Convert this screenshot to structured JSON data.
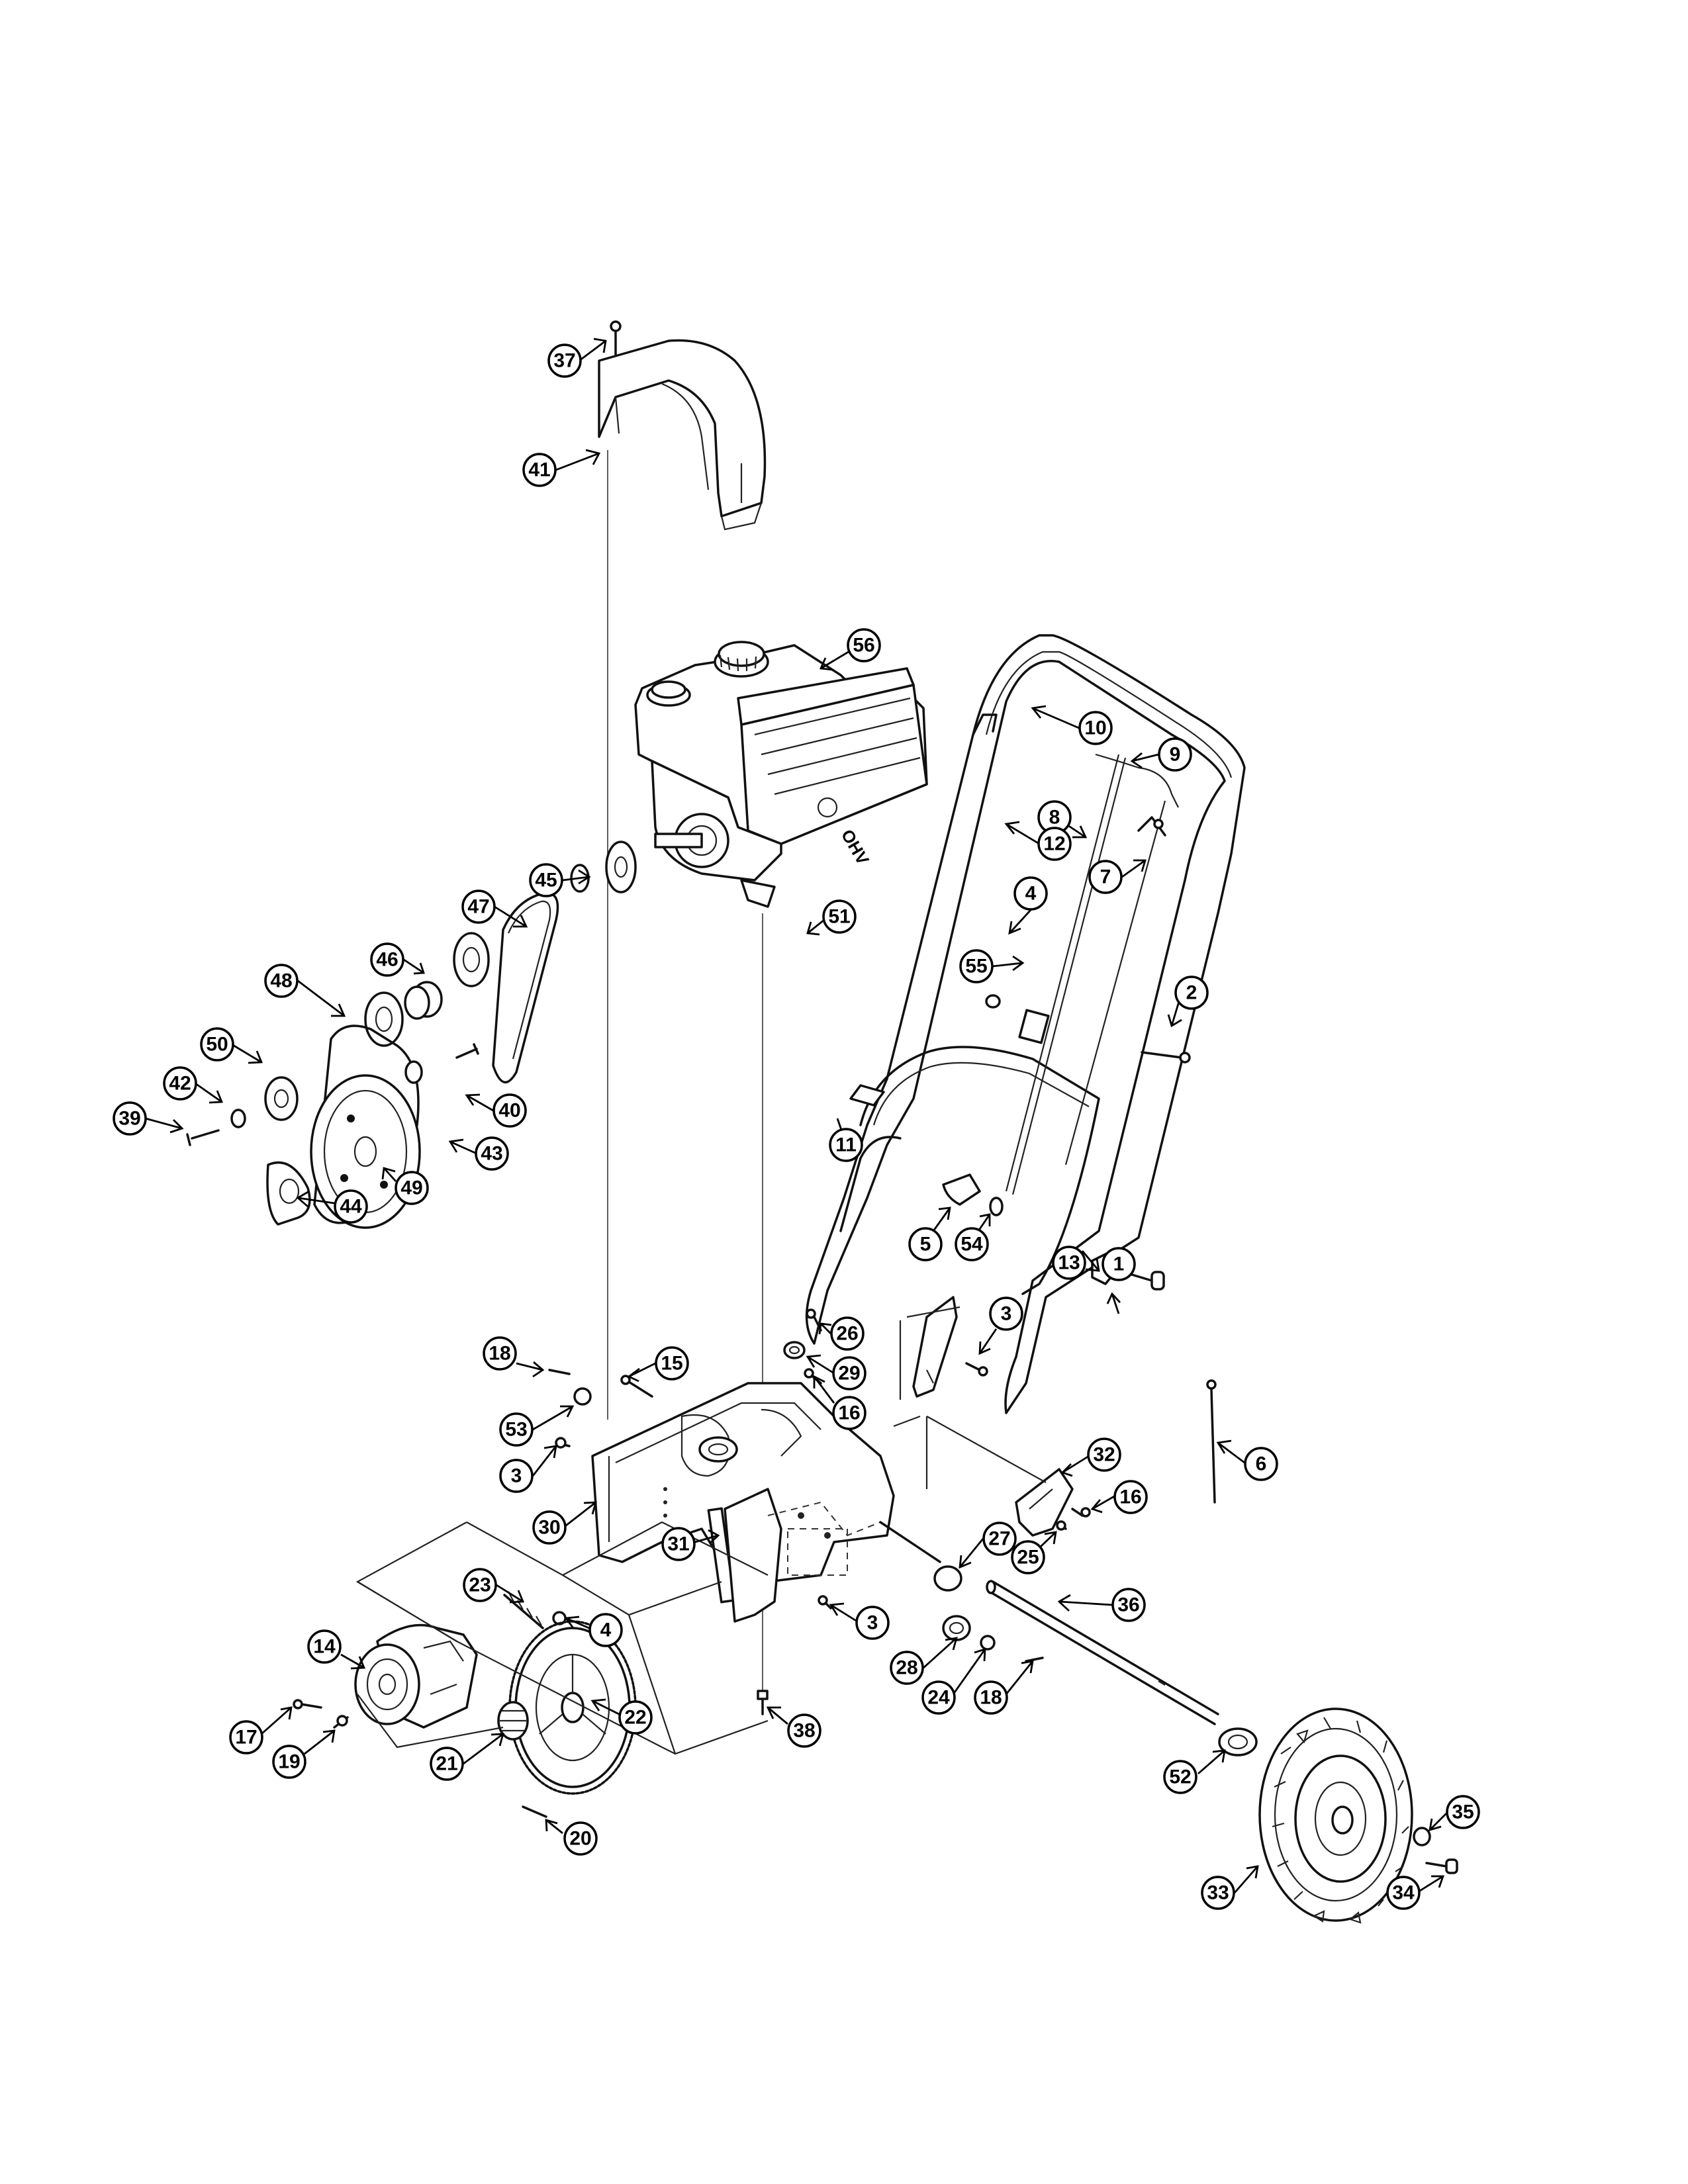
{
  "callouts": [
    {
      "id": "c37",
      "label": "37"
    },
    {
      "id": "c41",
      "label": "41"
    },
    {
      "id": "c56",
      "label": "56"
    },
    {
      "id": "c10",
      "label": "10"
    },
    {
      "id": "c9",
      "label": "9"
    },
    {
      "id": "c8",
      "label": "8"
    },
    {
      "id": "c12",
      "label": "12"
    },
    {
      "id": "c7",
      "label": "7"
    },
    {
      "id": "c45",
      "label": "45"
    },
    {
      "id": "c47",
      "label": "47"
    },
    {
      "id": "c51",
      "label": "51"
    },
    {
      "id": "c4a",
      "label": "4"
    },
    {
      "id": "c55",
      "label": "55"
    },
    {
      "id": "c46",
      "label": "46"
    },
    {
      "id": "c48",
      "label": "48"
    },
    {
      "id": "c2",
      "label": "2"
    },
    {
      "id": "c50",
      "label": "50"
    },
    {
      "id": "c42",
      "label": "42"
    },
    {
      "id": "c39",
      "label": "39"
    },
    {
      "id": "c40",
      "label": "40"
    },
    {
      "id": "c43",
      "label": "43"
    },
    {
      "id": "c11",
      "label": "11"
    },
    {
      "id": "c5",
      "label": "5"
    },
    {
      "id": "c54",
      "label": "54"
    },
    {
      "id": "c49",
      "label": "49"
    },
    {
      "id": "c44",
      "label": "44"
    },
    {
      "id": "c13",
      "label": "13"
    },
    {
      "id": "c1",
      "label": "1"
    },
    {
      "id": "c3a",
      "label": "3"
    },
    {
      "id": "c26",
      "label": "26"
    },
    {
      "id": "c18a",
      "label": "18"
    },
    {
      "id": "c15",
      "label": "15"
    },
    {
      "id": "c29",
      "label": "29"
    },
    {
      "id": "c53",
      "label": "53"
    },
    {
      "id": "c16a",
      "label": "16"
    },
    {
      "id": "c6",
      "label": "6"
    },
    {
      "id": "c3b",
      "label": "3"
    },
    {
      "id": "c32",
      "label": "32"
    },
    {
      "id": "c16b",
      "label": "16"
    },
    {
      "id": "c30",
      "label": "30"
    },
    {
      "id": "c31",
      "label": "31"
    },
    {
      "id": "c27",
      "label": "27"
    },
    {
      "id": "c25",
      "label": "25"
    },
    {
      "id": "c23",
      "label": "23"
    },
    {
      "id": "c36",
      "label": "36"
    },
    {
      "id": "c4b",
      "label": "4"
    },
    {
      "id": "c3c",
      "label": "3"
    },
    {
      "id": "c14",
      "label": "14"
    },
    {
      "id": "c28",
      "label": "28"
    },
    {
      "id": "c24",
      "label": "24"
    },
    {
      "id": "c18b",
      "label": "18"
    },
    {
      "id": "c22",
      "label": "22"
    },
    {
      "id": "c38",
      "label": "38"
    },
    {
      "id": "c17",
      "label": "17"
    },
    {
      "id": "c19",
      "label": "19"
    },
    {
      "id": "c21",
      "label": "21"
    },
    {
      "id": "c52",
      "label": "52"
    },
    {
      "id": "c35",
      "label": "35"
    },
    {
      "id": "c20",
      "label": "20"
    },
    {
      "id": "c33",
      "label": "33"
    },
    {
      "id": "c34",
      "label": "34"
    }
  ],
  "engine": {
    "badge_text": "OHV"
  }
}
